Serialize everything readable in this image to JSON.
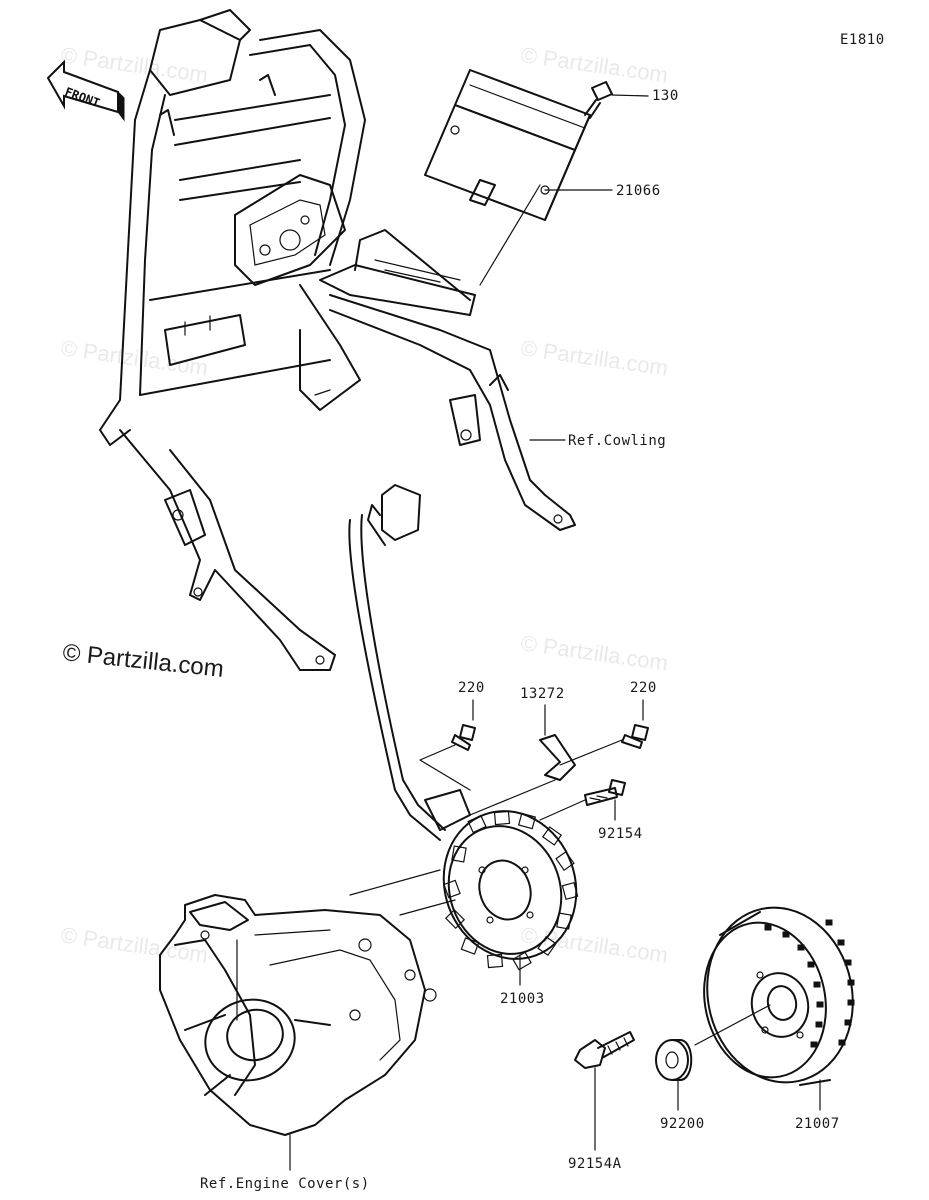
{
  "diagram_code": "E1810",
  "front_arrow": {
    "label": "FRONT",
    "icon": "front-arrow-icon"
  },
  "copyright": "© Partzilla.com",
  "watermark": "© Partzilla.com",
  "callouts": {
    "p130": "130",
    "p21066": "21066",
    "ref_cowling": "Ref.Cowling",
    "p220_left": "220",
    "p13272": "13272",
    "p220_right": "220",
    "p92154": "92154",
    "p21003": "21003",
    "ref_engine_cover": "Ref.Engine Cover(s)",
    "p92200": "92200",
    "p21007": "21007",
    "p92154A": "92154A"
  },
  "colors": {
    "ink": "#111111",
    "watermark": "#d8d8d8",
    "background": "#ffffff"
  }
}
